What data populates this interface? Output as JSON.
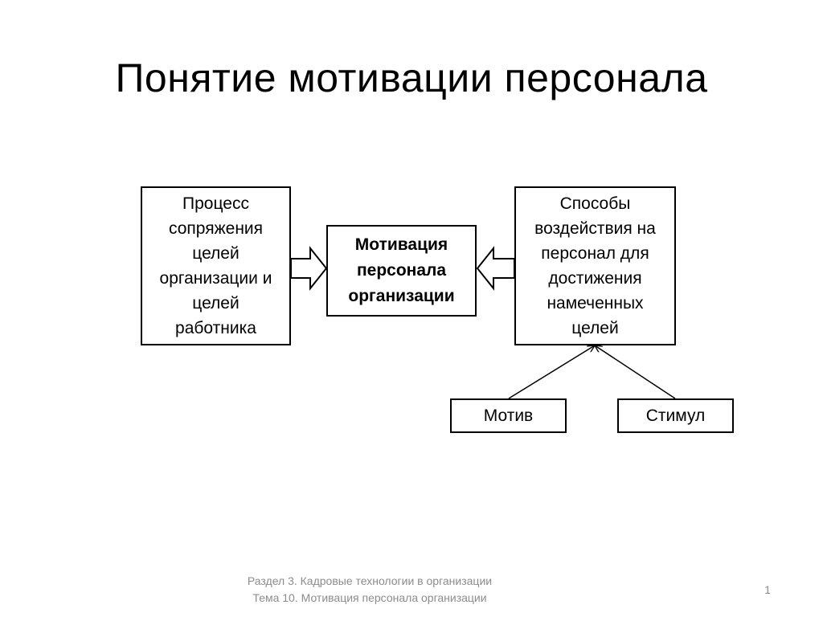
{
  "slide": {
    "title": "Понятие мотивации персонала",
    "diagram": {
      "left_box": "Процесс\nсопряжения\nцелей\nорганизации и\nцелей\nработника",
      "center_box": "Мотивация\nперсонала\nорганизации",
      "right_box": "Способы\nвоздействия на\nперсонал для\nдостижения\nнамеченных\nцелей",
      "motiv_box": "Мотив",
      "stimul_box": "Стимул"
    },
    "footer": {
      "line1": "Раздел 3. Кадровые технологии в организации",
      "line2": "Тема 10. Мотивация персонала организации"
    },
    "page_number": "1"
  }
}
